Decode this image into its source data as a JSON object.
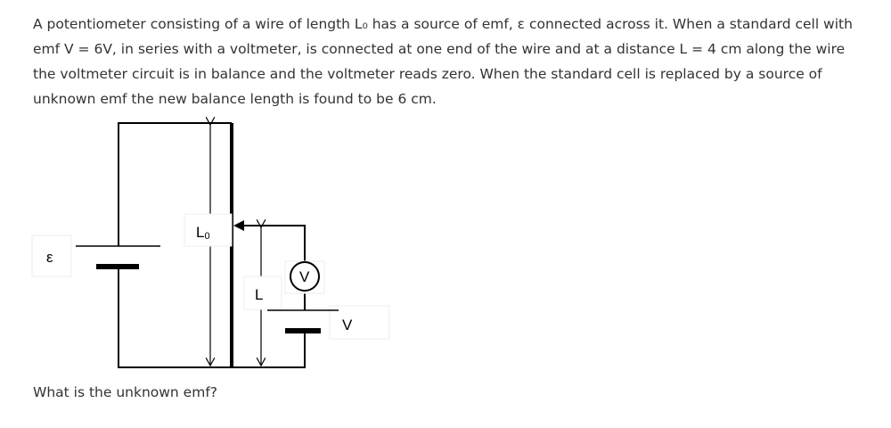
{
  "question": {
    "text": "A potentiometer consisting of a wire of length L₀ has a source of emf, ε connected across it. When a standard cell with emf V = 6V, in series with a voltmeter, is connected at one end of the wire and at a distance L = 4 cm along the wire the voltmeter circuit is in balance and the voltmeter reads zero. When the standard cell is replaced by a source of unknown emf the new balance length is found to be 6 cm.",
    "prompt": "What is the unknown emf?"
  },
  "diagram": {
    "emf_label": "ε",
    "wire_length_label": "L",
    "wire_length_sub": "0",
    "balance_length_label": "L",
    "voltmeter_label": "V",
    "cell_label": "V"
  }
}
